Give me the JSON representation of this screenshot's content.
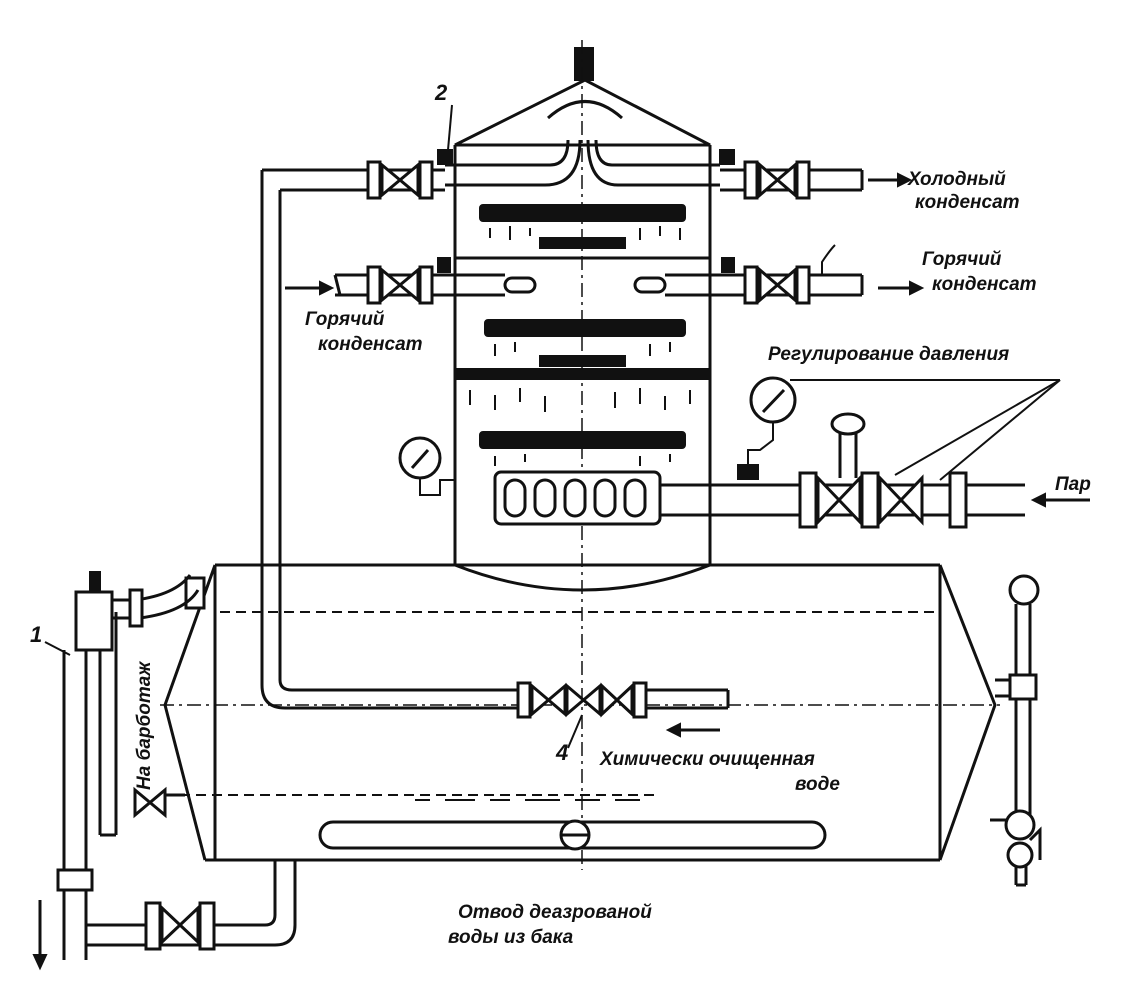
{
  "labels": {
    "cold_condensate": "Холодный конденсат",
    "hot_condensate_right": "Горячий конденсат",
    "hot_condensate_left": "Горячий конденсат",
    "pressure_regulation": "Регулирование давления",
    "steam": "Пар",
    "to_barbotage": "На барботаж",
    "chem_water": "Химически очищенная воде",
    "deaerated_outlet": "Отвод деазрованой воды из бака"
  },
  "callouts": {
    "n1": "1",
    "n2": "2",
    "n4": "4"
  }
}
